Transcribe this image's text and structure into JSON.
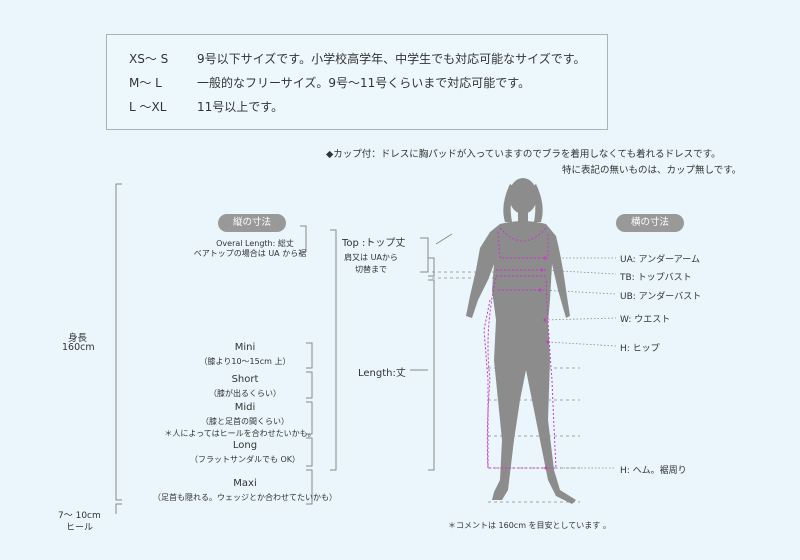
{
  "sizes": [
    {
      "code": "XS〜 S",
      "desc": "9号以下サイズです。小学校高学年、中学生でも対応可能なサイズです。"
    },
    {
      "code": "M〜 L",
      "desc": "一般的なフリーサイズ。9号〜11号くらいまで対応可能です。"
    },
    {
      "code": "L 〜XL",
      "desc": "11号以上です。"
    }
  ],
  "cup_note": {
    "line1": "◆カップ付：ドレスに胸パッドが入っていますのでブラを着用しなくても着れるドレスです。",
    "line2": "特に表記の無いものは、カップ無しです。"
  },
  "vertical": {
    "title": "縦の寸法",
    "overall_line1": "Overal Length: 総丈",
    "overall_line2": "ベアトップの場合は UA から裾",
    "height_label": "身長",
    "height_value": "160cm",
    "heel_line1": "7〜 10cm",
    "heel_line2": "ヒール",
    "top_label": "Top :トップ丈",
    "top_note1": "肩又は UAから",
    "top_note2": "切替まで",
    "length_label": "Length:丈",
    "lengths": [
      {
        "name": "Mini",
        "note": "（膝より10〜15cm 上）"
      },
      {
        "name": "Short",
        "note": "（膝が出るくらい）"
      },
      {
        "name": "Midi",
        "note": "（膝と足首の間くらい）",
        "note2": "＊人によってはヒールを合わせたいかも。"
      },
      {
        "name": "Long",
        "note": "（フラットサンダルでも OK）"
      },
      {
        "name": "Maxi",
        "note": "（足首も隠れる。ウェッジとか合わせてたいかも）"
      }
    ]
  },
  "horizontal": {
    "title": "横の寸法",
    "labels": [
      "UA: アンダーアーム",
      "TB: トップバスト",
      "UB: アンダーバスト",
      "W: ウエスト",
      "H: ヒップ",
      "H: ヘム。裾周り"
    ]
  },
  "footer_note": "＊コメントは 160cm を目安としています 。",
  "colors": {
    "guide": "#cc33cc",
    "figure": "#888888",
    "background": "#eaf6fb"
  }
}
